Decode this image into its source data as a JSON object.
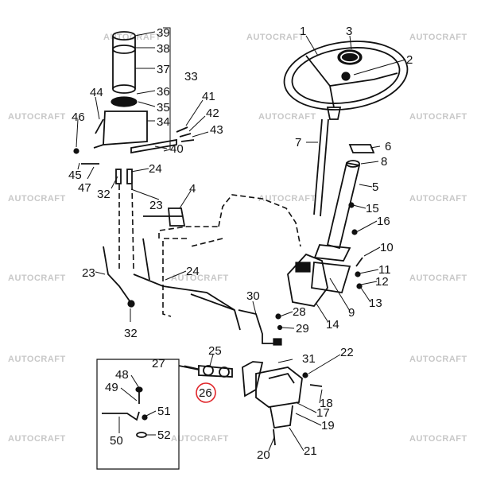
{
  "watermark": "AUTOCRAFT",
  "highlight_color": "#e0262b",
  "highlighted_part": "26",
  "labels": [
    "1",
    "2",
    "3",
    "4",
    "5",
    "6",
    "7",
    "8",
    "9",
    "10",
    "11",
    "12",
    "13",
    "14",
    "15",
    "16",
    "17",
    "18",
    "19",
    "20",
    "21",
    "22",
    "23",
    "23",
    "23",
    "24",
    "24",
    "24",
    "25",
    "26",
    "27",
    "28",
    "29",
    "30",
    "31",
    "32",
    "32",
    "33",
    "34",
    "35",
    "36",
    "37",
    "38",
    "39",
    "40",
    "41",
    "42",
    "43",
    "44",
    "45",
    "46",
    "47",
    "48",
    "49",
    "50",
    "51",
    "52"
  ]
}
